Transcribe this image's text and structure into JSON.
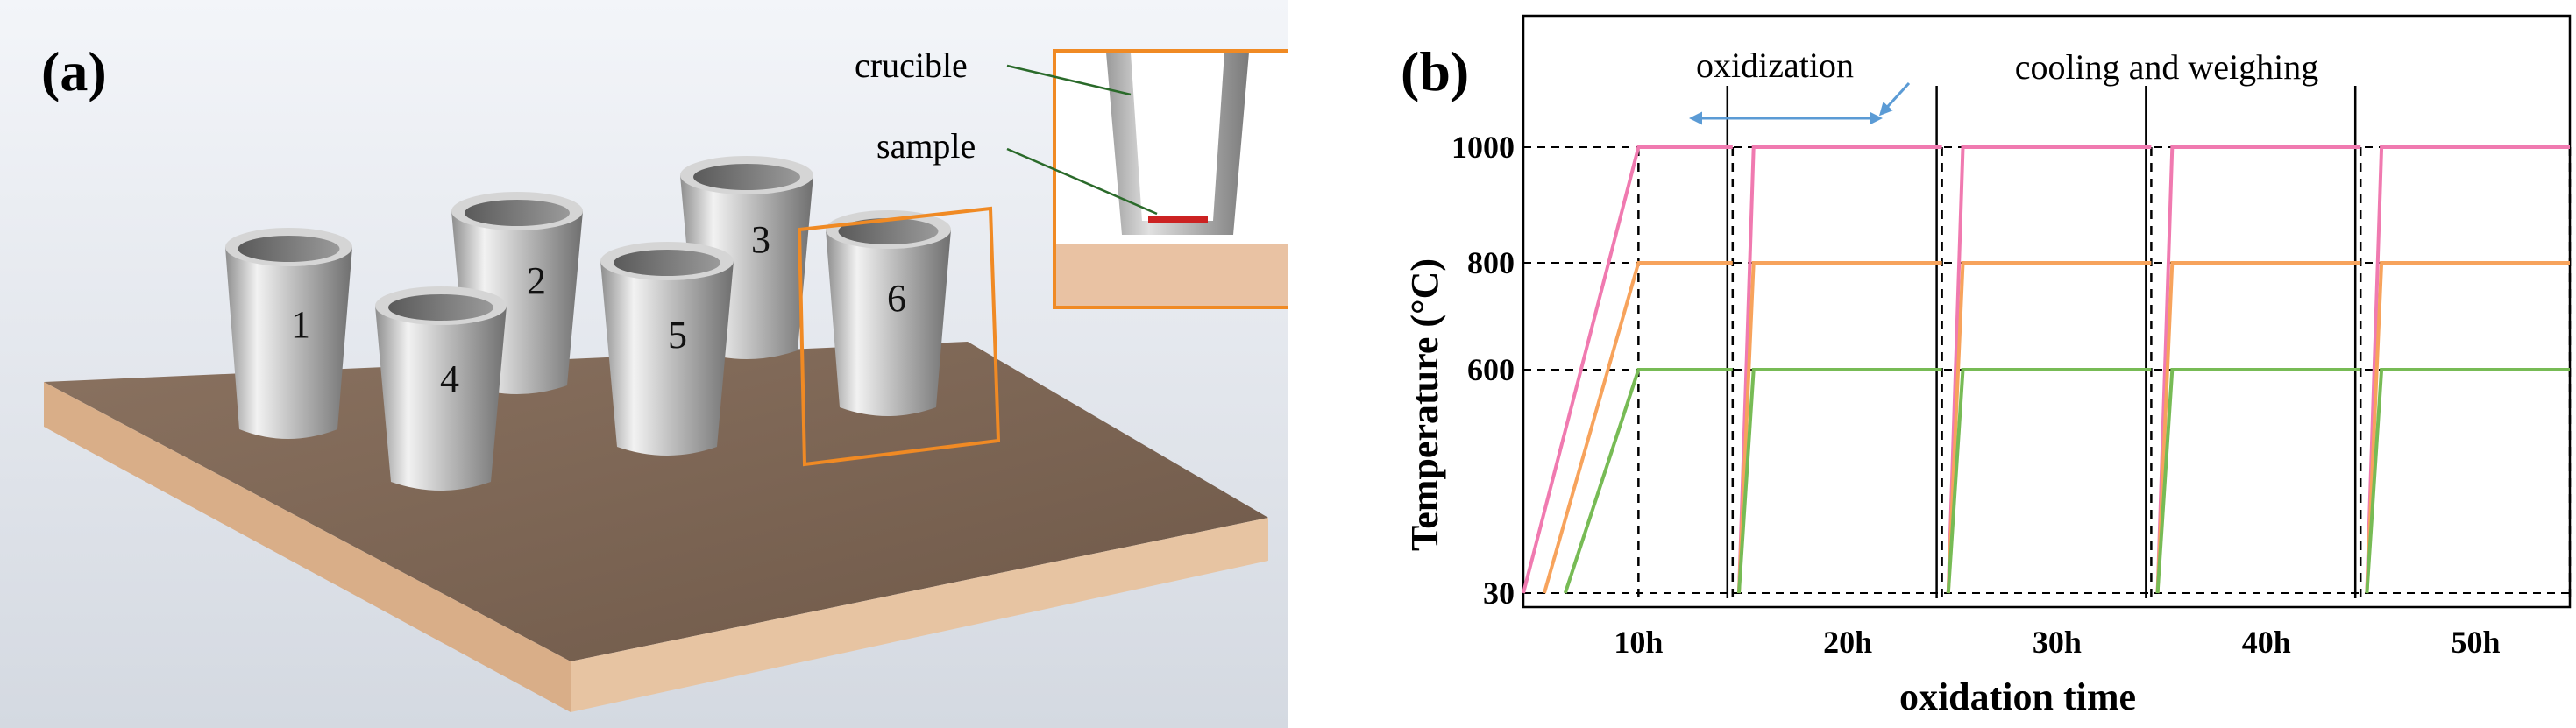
{
  "panel_a": {
    "label": "(a)",
    "cups": [
      "1",
      "2",
      "3",
      "4",
      "5",
      "6"
    ],
    "inset": {
      "crucible_label": "crucible",
      "sample_label": "sample"
    },
    "colors": {
      "board": "#c9a88a",
      "board_side": "#e2bc99",
      "inset_border": "#f08a24",
      "sample": "#cc2222"
    }
  },
  "chart_data": {
    "type": "line",
    "label": "(b)",
    "xlabel": "oxidation time",
    "ylabel": "Temperature  (°C)",
    "categories": [
      "10h",
      "20h",
      "30h",
      "40h",
      "50h"
    ],
    "yticks": [
      30,
      600,
      800,
      1000
    ],
    "annotations": {
      "oxidization": "oxidization",
      "cooling": "cooling and weighing"
    },
    "series": [
      {
        "color": "#f07ab0",
        "segments": [
          {
            "points": [
              [
                0.0,
                30
              ],
              [
                0.55,
                1000
              ],
              [
                1.0,
                1000
              ]
            ]
          },
          {
            "points": [
              [
                1.03,
                30
              ],
              [
                1.1,
                1000
              ],
              [
                2.0,
                1000
              ]
            ]
          },
          {
            "points": [
              [
                2.03,
                30
              ],
              [
                2.1,
                1000
              ],
              [
                3.0,
                1000
              ]
            ]
          },
          {
            "points": [
              [
                3.03,
                30
              ],
              [
                3.1,
                1000
              ],
              [
                4.0,
                1000
              ]
            ]
          },
          {
            "points": [
              [
                4.03,
                30
              ],
              [
                4.1,
                1000
              ],
              [
                5.0,
                1000
              ]
            ]
          }
        ]
      },
      {
        "color": "#f7a35c",
        "segments": [
          {
            "points": [
              [
                0.1,
                30
              ],
              [
                0.55,
                800
              ],
              [
                1.0,
                800
              ]
            ]
          },
          {
            "points": [
              [
                1.03,
                30
              ],
              [
                1.1,
                800
              ],
              [
                2.0,
                800
              ]
            ]
          },
          {
            "points": [
              [
                2.03,
                30
              ],
              [
                2.1,
                800
              ],
              [
                3.0,
                800
              ]
            ]
          },
          {
            "points": [
              [
                3.03,
                30
              ],
              [
                3.1,
                800
              ],
              [
                4.0,
                800
              ]
            ]
          },
          {
            "points": [
              [
                4.03,
                30
              ],
              [
                4.1,
                800
              ],
              [
                5.0,
                800
              ]
            ]
          }
        ]
      },
      {
        "color": "#77bb55",
        "segments": [
          {
            "points": [
              [
                0.2,
                30
              ],
              [
                0.55,
                600
              ],
              [
                1.0,
                600
              ]
            ]
          },
          {
            "points": [
              [
                1.03,
                30
              ],
              [
                1.1,
                600
              ],
              [
                2.0,
                600
              ]
            ]
          },
          {
            "points": [
              [
                2.03,
                30
              ],
              [
                2.1,
                600
              ],
              [
                3.0,
                600
              ]
            ]
          },
          {
            "points": [
              [
                3.03,
                30
              ],
              [
                3.1,
                600
              ],
              [
                4.0,
                600
              ]
            ]
          },
          {
            "points": [
              [
                4.03,
                30
              ],
              [
                4.1,
                600
              ],
              [
                5.0,
                600
              ]
            ]
          }
        ]
      }
    ]
  }
}
